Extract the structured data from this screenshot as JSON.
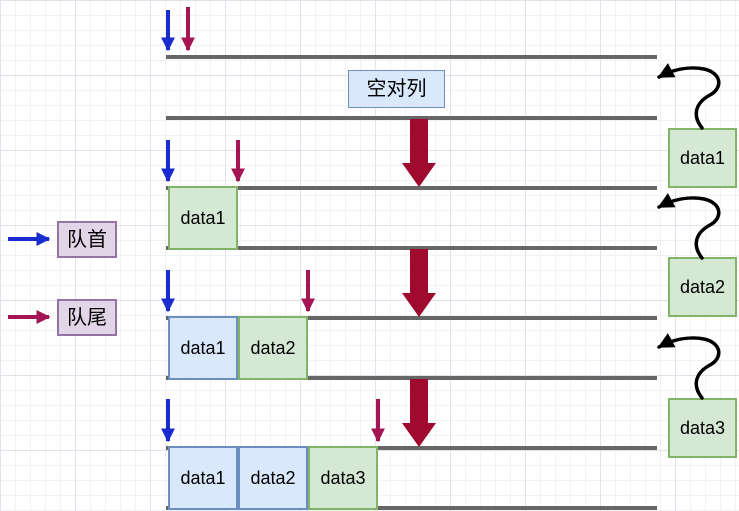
{
  "diagram": {
    "subject": "queue-enqueue-steps",
    "empty_queue_caption": "空对列",
    "legend": {
      "head_label": "队首",
      "tail_label": "队尾"
    },
    "stages": [
      {
        "name": "empty-queue",
        "cells": []
      },
      {
        "name": "after-enqueue-data1",
        "cells": [
          {
            "label": "data1",
            "state": "new"
          }
        ]
      },
      {
        "name": "after-enqueue-data2",
        "cells": [
          {
            "label": "data1",
            "state": "existing"
          },
          {
            "label": "data2",
            "state": "new"
          }
        ]
      },
      {
        "name": "after-enqueue-data3",
        "cells": [
          {
            "label": "data1",
            "state": "existing"
          },
          {
            "label": "data2",
            "state": "existing"
          },
          {
            "label": "data3",
            "state": "new"
          }
        ]
      }
    ],
    "incoming_items": [
      {
        "label": "data1"
      },
      {
        "label": "data2"
      },
      {
        "label": "data3"
      }
    ],
    "palette": {
      "cell_existing_fill": "#dae8fc",
      "cell_existing_border": "#6c8ebf",
      "cell_new_fill": "#d5e8d4",
      "cell_new_border": "#82b366",
      "legend_fill": "#e1d5e7",
      "legend_border": "#9673a6",
      "track_line": "#666666",
      "head_arrow": "#1a2bd0",
      "tail_arrow": "#a31553",
      "enqueue_arrow": "#9f0a2e",
      "insert_arrow": "#000000"
    }
  }
}
